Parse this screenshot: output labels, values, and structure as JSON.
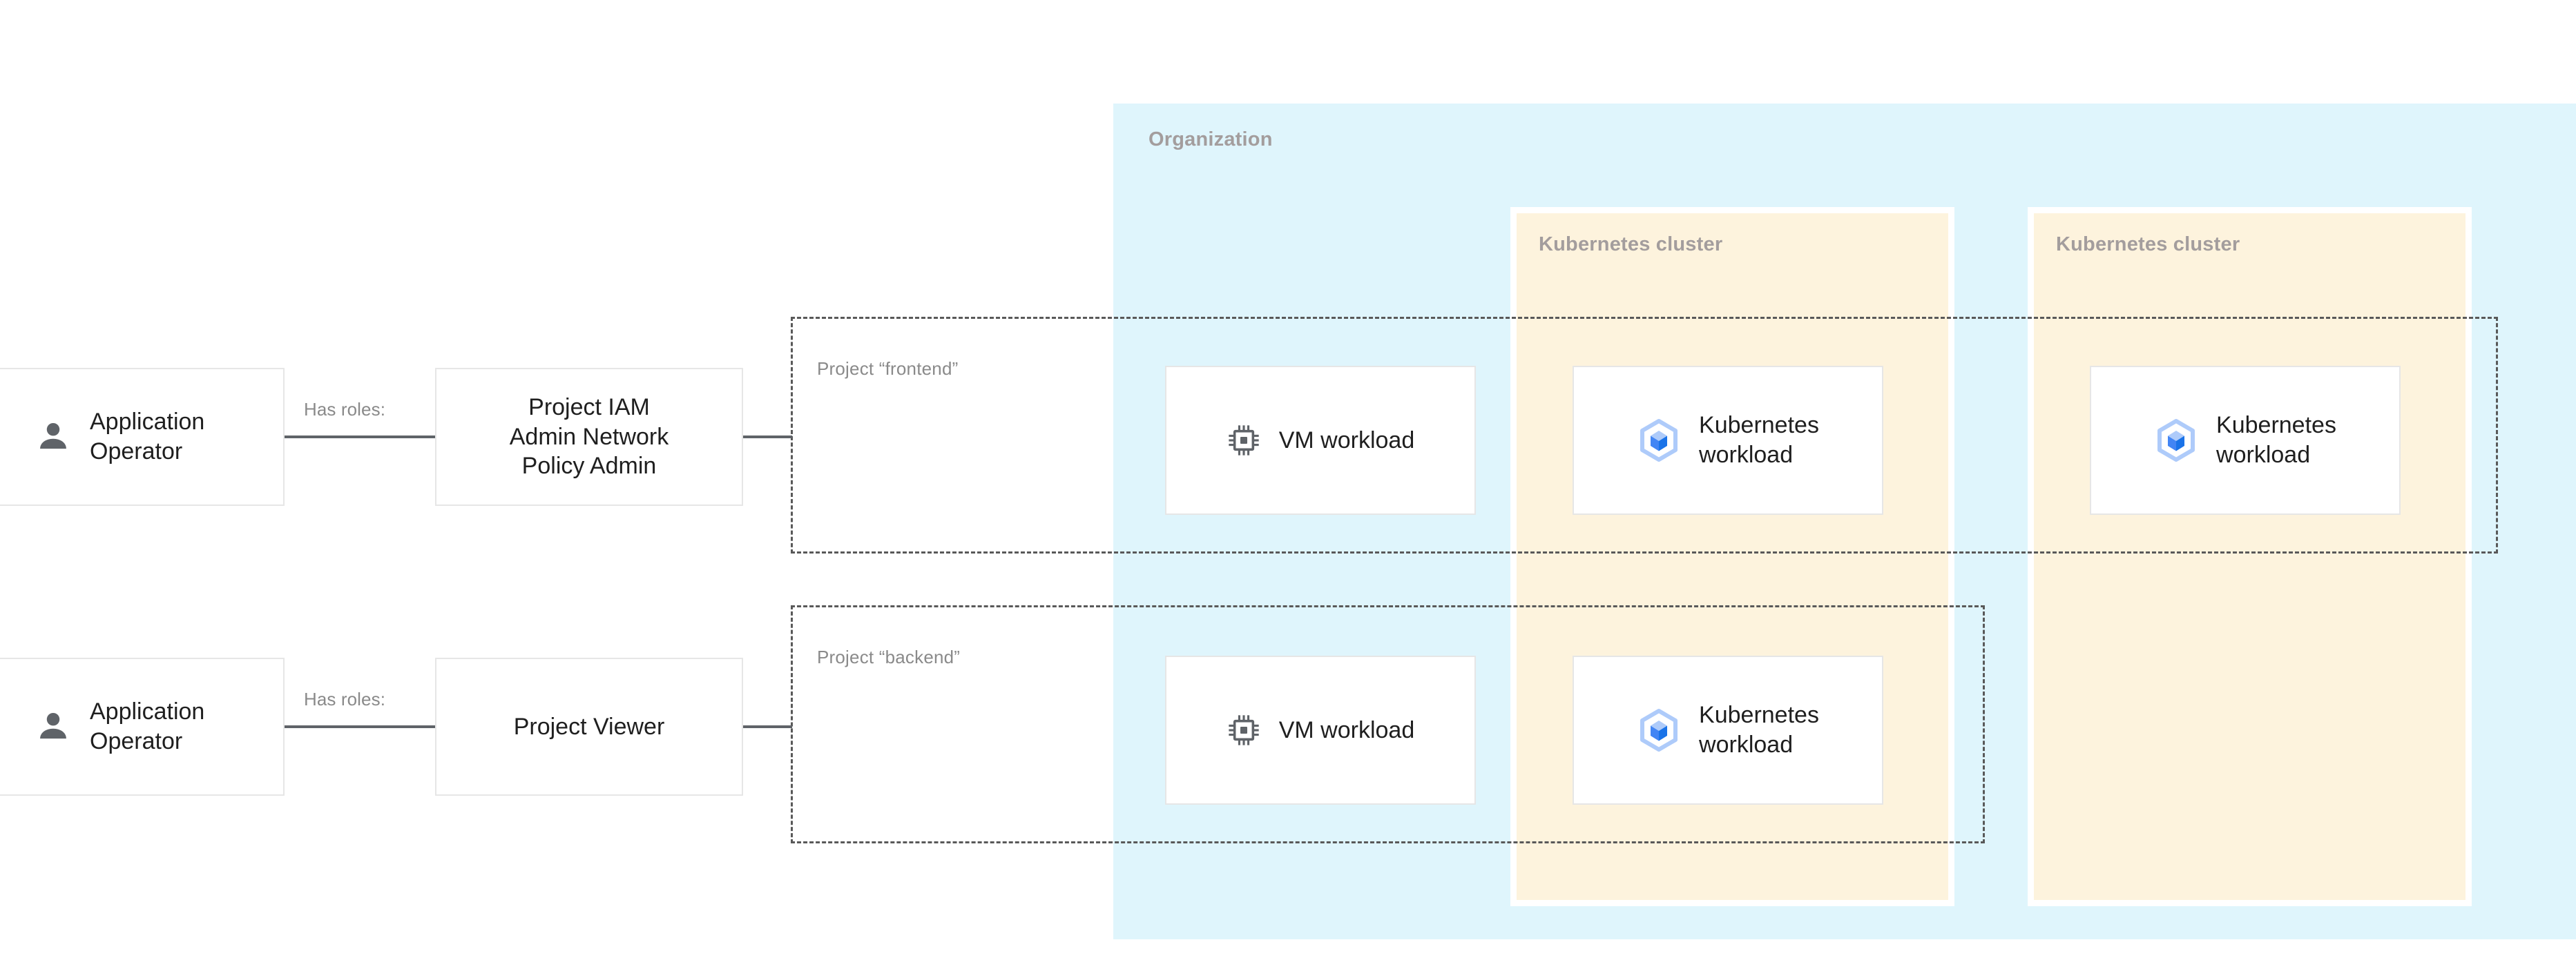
{
  "organization": {
    "label": "Organization",
    "bg_color": "#dff5fc"
  },
  "clusters": [
    {
      "label": "Kubernetes cluster",
      "bg_color": "#fdf3dd"
    },
    {
      "label": "Kubernetes cluster",
      "bg_color": "#fdf3dd"
    }
  ],
  "projects": [
    {
      "label": "Project “frontend”",
      "border_color": "#595959"
    },
    {
      "label": "Project “backend”",
      "border_color": "#595959"
    }
  ],
  "actors": [
    {
      "label": "Application\nOperator",
      "icon": "person-icon"
    },
    {
      "label": "Application\nOperator",
      "icon": "person-icon"
    }
  ],
  "roles": [
    {
      "label": "Project IAM\nAdmin Network\nPolicy Admin"
    },
    {
      "label": "Project Viewer"
    }
  ],
  "connectors": [
    {
      "label": "Has roles:"
    },
    {
      "label": "Has roles:"
    }
  ],
  "workloads": [
    {
      "id": "wl-vm-1",
      "label": "VM workload",
      "icon": "cpu-chip-icon"
    },
    {
      "id": "wl-k8s-1",
      "label": "Kubernetes\nworkload",
      "icon": "kubernetes-hexagon-icon"
    },
    {
      "id": "wl-k8s-2",
      "label": "Kubernetes\nworkload",
      "icon": "kubernetes-hexagon-icon"
    },
    {
      "id": "wl-vm-2",
      "label": "VM workload",
      "icon": "cpu-chip-icon"
    },
    {
      "id": "wl-k8s-3",
      "label": "Kubernetes\nworkload",
      "icon": "kubernetes-hexagon-icon"
    }
  ],
  "colors": {
    "organization_bg": "#dff5fc",
    "cluster_bg": "#fdf3dd",
    "card_border": "#e6e6e6",
    "text_primary": "#1f1f1f",
    "text_muted": "#8a8a8a",
    "label_muted_bold": "#a39d9d",
    "connector_line": "#5f6368",
    "k8s_blue_light": "#aecbfa",
    "k8s_blue": "#4285f4",
    "k8s_blue_bright": "#1a73e8",
    "icon_gray": "#5f6368"
  }
}
